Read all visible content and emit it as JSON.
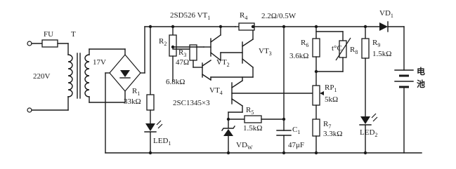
{
  "mains": {
    "fuse": "FU",
    "transformer": "T",
    "input_voltage": "220V",
    "secondary_voltage": "17V"
  },
  "components": {
    "r1_name": "R",
    "r1_sub": "1",
    "r1_value": "33kΩ",
    "r2_name": "R",
    "r2_sub": "2",
    "r2_value": "6.8kΩ",
    "r3_name": "R",
    "r3_sub": "3",
    "r3_value": "47Ω",
    "r4_name": "R",
    "r4_sub": "4",
    "r4_value": "2.2Ω/0.5W",
    "r5_name": "R",
    "r5_sub": "5",
    "r5_value": "1.5kΩ",
    "r6_name": "R",
    "r6_sub": "6",
    "r6_value": "3.6kΩ",
    "r7_name": "R",
    "r7_sub": "7",
    "r7_value": "3.3kΩ",
    "r8_name": "R",
    "r8_sub": "8",
    "r8_tc": "t°C",
    "r9_name": "R",
    "r9_sub": "9",
    "r9_value": "1.5kΩ",
    "rp1_name": "RP",
    "rp1_sub": "1",
    "rp1_value": "5kΩ",
    "c1_name": "C",
    "c1_sub": "1",
    "c1_value": "47μF",
    "vt1_part": "2SD526 VT",
    "vt1_sub": "1",
    "vt2_name": "VT",
    "vt2_sub": "2",
    "vt3_name": "VT",
    "vt3_sub": "3",
    "vt4_name": "VT",
    "vt4_sub": "4",
    "vt4_part": "2SC1345×3",
    "vd1_name": "VD",
    "vd1_sub": "1",
    "vdw_name": "VD",
    "vdw_sub": "W",
    "led1_name": "LED",
    "led1_sub": "1",
    "led2_name": "LED",
    "led2_sub": "2"
  },
  "battery": {
    "label_line1": "电",
    "label_line2": "池"
  }
}
